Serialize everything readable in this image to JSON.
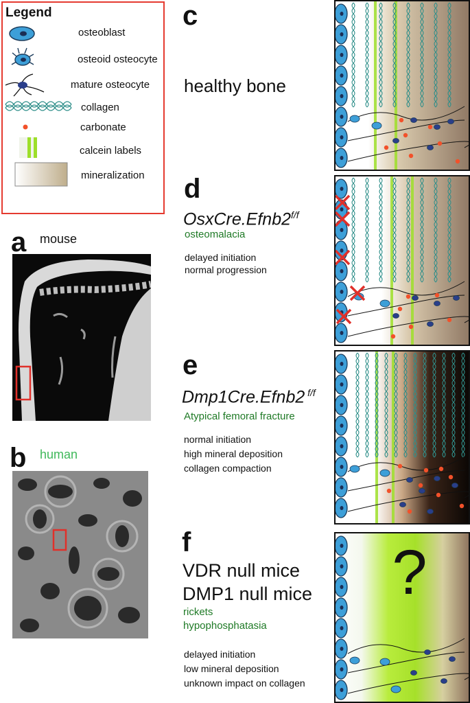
{
  "legend": {
    "title": "Legend",
    "items": [
      {
        "icon": "osteoblast-icon",
        "label": "osteoblast"
      },
      {
        "icon": "osteoid-osteocyte-icon",
        "label": "osteoid osteocyte"
      },
      {
        "icon": "mature-osteocyte-icon",
        "label": "mature osteocyte"
      },
      {
        "icon": "collagen-icon",
        "label": "collagen"
      },
      {
        "icon": "carbonate-icon",
        "label": "carbonate"
      },
      {
        "icon": "calcein-labels-icon",
        "label": "calcein labels"
      },
      {
        "icon": "mineralization-icon",
        "label": "mineralization"
      }
    ]
  },
  "panel_a": {
    "letter": "a",
    "label": "mouse"
  },
  "panel_b": {
    "letter": "b",
    "label": "human"
  },
  "panel_c": {
    "letter": "c",
    "title": "healthy bone"
  },
  "panel_d": {
    "letter": "d",
    "genotype_base": "OsxCre.Efnb2",
    "genotype_sup": "f/f",
    "phenotype": "osteomalacia",
    "notes": [
      "delayed initiation",
      "normal progression"
    ]
  },
  "panel_e": {
    "letter": "e",
    "genotype_base": "Dmp1Cre.Efnb2",
    "genotype_sup": " f/f",
    "phenotype": "Atypical femoral fracture",
    "notes": [
      "normal initiation",
      "high mineral deposition",
      "collagen compaction"
    ]
  },
  "panel_f": {
    "letter": "f",
    "titles": [
      "VDR null mice",
      "DMP1 null mice"
    ],
    "phenotypes": [
      "rickets",
      "hypophosphatasia"
    ],
    "notes": [
      "delayed initiation",
      "low mineral deposition",
      "unknown impact on collagen"
    ],
    "mark": "?"
  },
  "colors": {
    "legend_border": "#e53a2f",
    "cell_blue": "#3d9fd8",
    "calcein_green": "#9ddf2a",
    "collagen": "#2f8f8a",
    "carbonate": "#f2512a",
    "mineral_brown": "#8a7058",
    "phenotype_green": "#1f7a26",
    "cross_red": "#e0302a"
  }
}
